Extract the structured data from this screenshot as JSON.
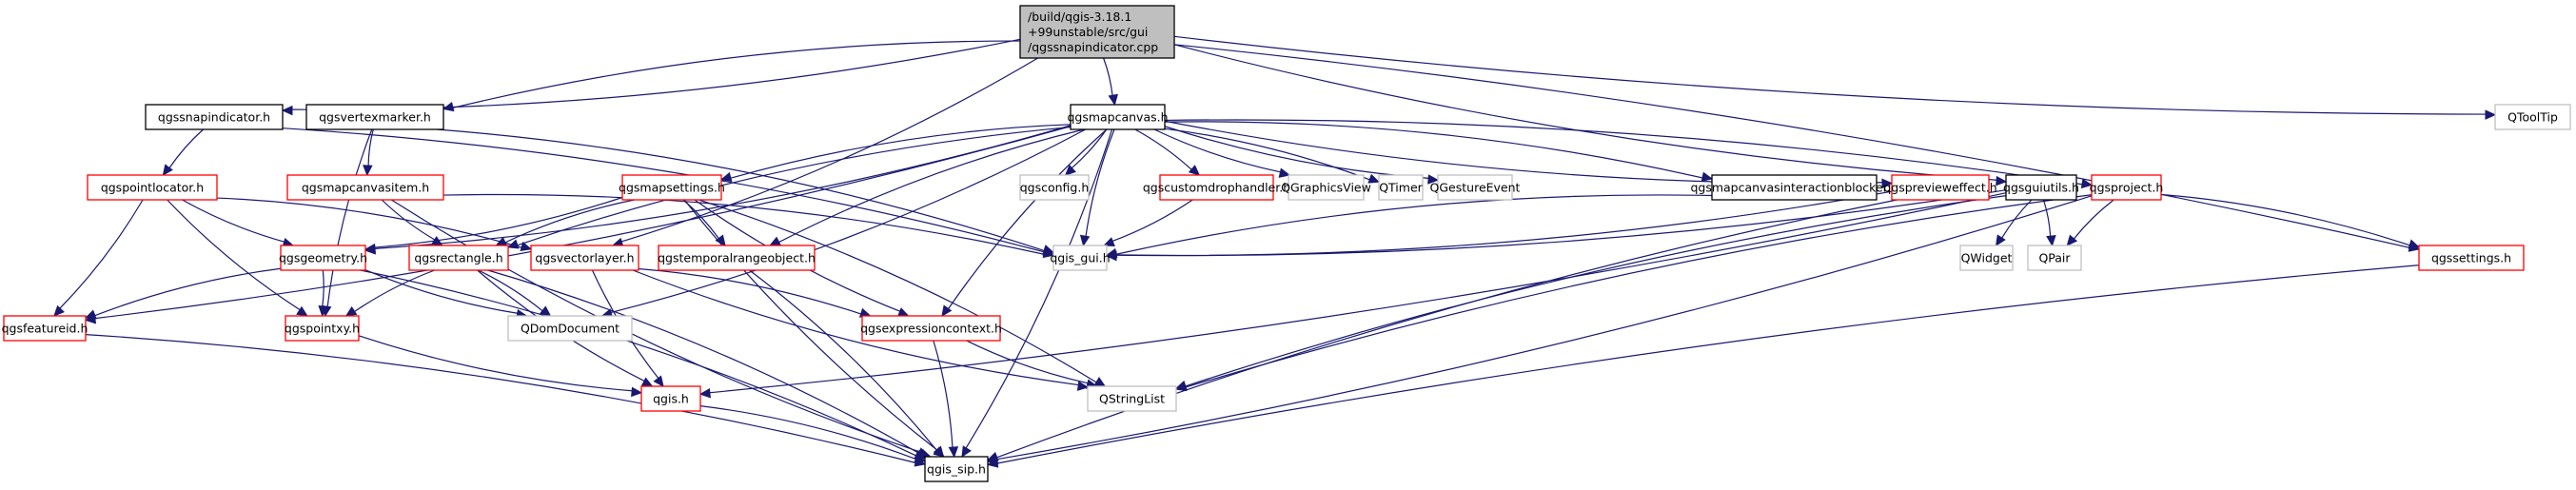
{
  "title": "Include dependency graph for qgssnapindicator.cpp",
  "colors": {
    "root_fill": "#bfbfbf",
    "root_border": "#000000",
    "documented_border": "#000000",
    "truncated_border": "#ff0000",
    "external_border": "#bfbfbf",
    "edge": "#191970"
  },
  "nodes": [
    {
      "id": "root",
      "kind": "root",
      "lines": [
        "/build/qgis-3.18.1",
        "+99unstable/src/gui",
        "/qgssnapindicator.cpp"
      ]
    },
    {
      "id": "qgssnapindicator_h",
      "kind": "documented",
      "lines": [
        "qgssnapindicator.h"
      ]
    },
    {
      "id": "qgsvertexmarker_h",
      "kind": "documented",
      "lines": [
        "qgsvertexmarker.h"
      ]
    },
    {
      "id": "qgsmapcanvas_h",
      "kind": "documented",
      "lines": [
        "qgsmapcanvas.h"
      ]
    },
    {
      "id": "QToolTip",
      "kind": "external",
      "lines": [
        "QToolTip"
      ]
    },
    {
      "id": "qgspointlocator_h",
      "kind": "truncated",
      "lines": [
        "qgspointlocator.h"
      ]
    },
    {
      "id": "qgsmapcanvasitem_h",
      "kind": "truncated",
      "lines": [
        "qgsmapcanvasitem.h"
      ]
    },
    {
      "id": "qgsmapsettings_h",
      "kind": "truncated",
      "lines": [
        "qgsmapsettings.h"
      ]
    },
    {
      "id": "qgsconfig_h",
      "kind": "external",
      "lines": [
        "qgsconfig.h"
      ]
    },
    {
      "id": "qgscustomdrophandler_h",
      "kind": "truncated",
      "lines": [
        "qgscustomdrophandler.h"
      ]
    },
    {
      "id": "QGraphicsView",
      "kind": "external",
      "lines": [
        "QGraphicsView"
      ]
    },
    {
      "id": "QTimer",
      "kind": "external",
      "lines": [
        "QTimer"
      ]
    },
    {
      "id": "QGestureEvent",
      "kind": "external",
      "lines": [
        "QGestureEvent"
      ]
    },
    {
      "id": "qgsmapcanvasinteractionblocker_h",
      "kind": "documented",
      "lines": [
        "qgsmapcanvasinteractionblocker.h"
      ]
    },
    {
      "id": "qgspreviewеffect_h",
      "kind": "truncated",
      "lines": [
        "qgspreviewеffect.h"
      ]
    },
    {
      "id": "qgsguiutils_h",
      "kind": "documented",
      "lines": [
        "qgsguiutils.h"
      ]
    },
    {
      "id": "qgsproject_h",
      "kind": "truncated",
      "lines": [
        "qgsproject.h"
      ]
    },
    {
      "id": "qgsgeometry_h",
      "kind": "truncated",
      "lines": [
        "qgsgeometry.h"
      ]
    },
    {
      "id": "qgsrectangle_h",
      "kind": "truncated",
      "lines": [
        "qgsrectangle.h"
      ]
    },
    {
      "id": "qgsvectorlayer_h",
      "kind": "truncated",
      "lines": [
        "qgsvectorlayer.h"
      ]
    },
    {
      "id": "qgstemporalrangeobject_h",
      "kind": "truncated",
      "lines": [
        "qgstemporalrangeobject.h"
      ]
    },
    {
      "id": "qgis_gui_h",
      "kind": "external",
      "lines": [
        "qgis_gui.h"
      ]
    },
    {
      "id": "QWidget",
      "kind": "external",
      "lines": [
        "QWidget"
      ]
    },
    {
      "id": "QPair",
      "kind": "external",
      "lines": [
        "QPair"
      ]
    },
    {
      "id": "qgssettings_h",
      "kind": "truncated",
      "lines": [
        "qgssettings.h"
      ]
    },
    {
      "id": "qgsfeatureid_h",
      "kind": "truncated",
      "lines": [
        "qgsfeatureid.h"
      ]
    },
    {
      "id": "qgspointxy_h",
      "kind": "truncated",
      "lines": [
        "qgspointxy.h"
      ]
    },
    {
      "id": "QDomDocument",
      "kind": "external",
      "lines": [
        "QDomDocument"
      ]
    },
    {
      "id": "qgsexpressioncontext_h",
      "kind": "truncated",
      "lines": [
        "qgsexpressioncontext.h"
      ]
    },
    {
      "id": "qgis_h",
      "kind": "truncated",
      "lines": [
        "qgis.h"
      ]
    },
    {
      "id": "QStringList",
      "kind": "external",
      "lines": [
        "QStringList"
      ]
    },
    {
      "id": "qgis_sip_h",
      "kind": "documented",
      "lines": [
        "qgis_sip.h"
      ]
    }
  ],
  "edges": [
    [
      "root",
      "qgssnapindicator_h"
    ],
    [
      "root",
      "qgsvertexmarker_h"
    ],
    [
      "root",
      "qgsmapcanvas_h"
    ],
    [
      "root",
      "QToolTip"
    ],
    [
      "root",
      "qgsvectorlayer_h"
    ],
    [
      "root",
      "qgsguiutils_h"
    ],
    [
      "root",
      "qgssettings_h"
    ],
    [
      "qgssnapindicator_h",
      "qgspointlocator_h"
    ],
    [
      "qgssnapindicator_h",
      "qgis_gui_h"
    ],
    [
      "qgsvertexmarker_h",
      "qgsmapcanvasitem_h"
    ],
    [
      "qgsvertexmarker_h",
      "qgis_gui_h"
    ],
    [
      "qgsvertexmarker_h",
      "qgspointxy_h"
    ],
    [
      "qgsmapcanvas_h",
      "qgsconfig_h"
    ],
    [
      "qgsmapcanvas_h",
      "qgsmapsettings_h"
    ],
    [
      "qgsmapcanvas_h",
      "qgscustomdrophandler_h"
    ],
    [
      "qgsmapcanvas_h",
      "QGraphicsView"
    ],
    [
      "qgsmapcanvas_h",
      "QTimer"
    ],
    [
      "qgsmapcanvas_h",
      "QGestureEvent"
    ],
    [
      "qgsmapcanvas_h",
      "qgsmapcanvasinteractionblocker_h"
    ],
    [
      "qgsmapcanvas_h",
      "qgspreviewеffect_h"
    ],
    [
      "qgsmapcanvas_h",
      "qgsproject_h"
    ],
    [
      "qgsmapcanvas_h",
      "qgis_gui_h"
    ],
    [
      "qgsmapcanvas_h",
      "qgsgeometry_h"
    ],
    [
      "qgsmapcanvas_h",
      "qgsrectangle_h"
    ],
    [
      "qgsmapcanvas_h",
      "qgsfeatureid_h"
    ],
    [
      "qgsmapcanvas_h",
      "qgsexpressioncontext_h"
    ],
    [
      "qgsmapcanvas_h",
      "QDomDocument"
    ],
    [
      "qgsmapcanvas_h",
      "qgstemporalrangeobject_h"
    ],
    [
      "qgsmapcanvas_h",
      "qgis_sip_h"
    ],
    [
      "qgspointlocator_h",
      "qgsgeometry_h"
    ],
    [
      "qgspointlocator_h",
      "qgsfeatureid_h"
    ],
    [
      "qgspointlocator_h",
      "qgspointxy_h"
    ],
    [
      "qgspointlocator_h",
      "qgsvectorlayer_h"
    ],
    [
      "qgsmapcanvasitem_h",
      "qgsrectangle_h"
    ],
    [
      "qgsmapcanvasitem_h",
      "qgis_gui_h"
    ],
    [
      "qgsmapcanvasitem_h",
      "qgis_sip_h"
    ],
    [
      "qgsmapsettings_h",
      "qgsgeometry_h"
    ],
    [
      "qgsmapsettings_h",
      "qgsrectangle_h"
    ],
    [
      "qgsmapsettings_h",
      "qgstemporalrangeobject_h"
    ],
    [
      "qgsmapsettings_h",
      "qgsexpressioncontext_h"
    ],
    [
      "qgsmapsettings_h",
      "QStringList"
    ],
    [
      "qgsmapsettings_h",
      "qgis_sip_h"
    ],
    [
      "qgscustomdrophandler_h",
      "qgis_gui_h"
    ],
    [
      "qgsmapcanvasinteractionblocker_h",
      "qgis_gui_h"
    ],
    [
      "qgspreviewеffect_h",
      "qgis_gui_h"
    ],
    [
      "qgspreviewеffect_h",
      "qgis_sip_h"
    ],
    [
      "qgsguiutils_h",
      "qgis_gui_h"
    ],
    [
      "qgsguiutils_h",
      "QWidget"
    ],
    [
      "qgsguiutils_h",
      "QPair"
    ],
    [
      "qgsguiutils_h",
      "QStringList"
    ],
    [
      "qgsguiutils_h",
      "qgis_h"
    ],
    [
      "qgsproject_h",
      "QPair"
    ],
    [
      "qgsproject_h",
      "qgssettings_h"
    ],
    [
      "qgsproject_h",
      "QStringList"
    ],
    [
      "qgsproject_h",
      "qgis_sip_h"
    ],
    [
      "qgsgeometry_h",
      "qgsfeatureid_h"
    ],
    [
      "qgsgeometry_h",
      "qgspointxy_h"
    ],
    [
      "qgsgeometry_h",
      "QDomDocument"
    ],
    [
      "qgsgeometry_h",
      "qgis_sip_h"
    ],
    [
      "qgsrectangle_h",
      "qgspointxy_h"
    ],
    [
      "qgsrectangle_h",
      "QDomDocument"
    ],
    [
      "qgsrectangle_h",
      "qgis_h"
    ],
    [
      "qgsrectangle_h",
      "qgis_sip_h"
    ],
    [
      "qgsvectorlayer_h",
      "qgis_h"
    ],
    [
      "qgsvectorlayer_h",
      "qgsexpressioncontext_h"
    ],
    [
      "qgsvectorlayer_h",
      "QStringList"
    ],
    [
      "qgstemporalrangeobject_h",
      "qgis_sip_h"
    ],
    [
      "qgssettings_h",
      "qgis_sip_h"
    ],
    [
      "qgsfeatureid_h",
      "qgis_sip_h"
    ],
    [
      "qgspointxy_h",
      "qgis_h"
    ],
    [
      "qgsexpressioncontext_h",
      "qgis_sip_h"
    ],
    [
      "qgsexpressioncontext_h",
      "QStringList"
    ],
    [
      "qgis_h",
      "qgis_sip_h"
    ]
  ]
}
